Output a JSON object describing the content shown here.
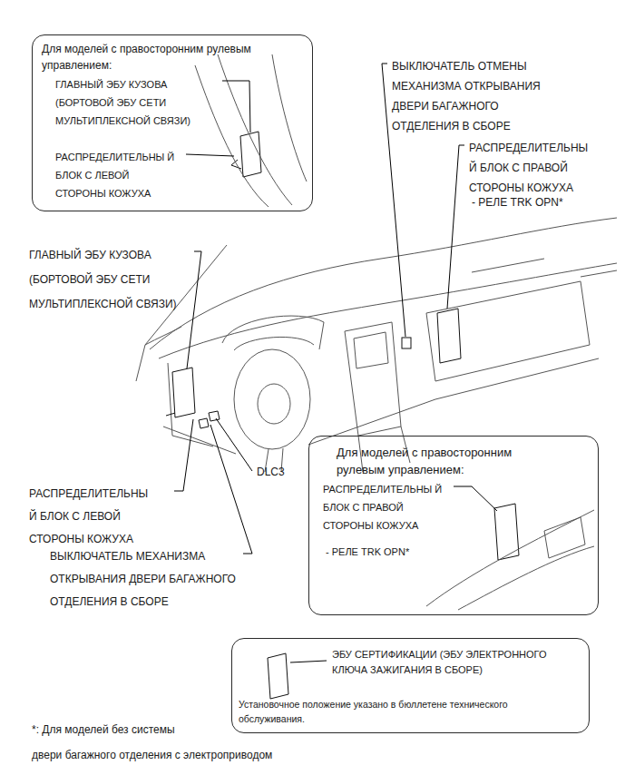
{
  "diagram": {
    "nodes": [
      {
        "text": [
          "Для моделей с правосторонним рулевым управлением:",
          "ГЛАВНЫЙ ЭБУ КУЗОВА (БОРТОВОЙ ЭБУ СЕТИ МУЛЬТИПЛЕКСНОЙ СВЯЗИ)",
          "РАСПРЕДЕЛИТЕЛЬНЫ Й БЛОК С ЛЕВОЙ СТОРОНЫ КОЖУХА"
        ]
      },
      {
        "text": [
          "Для моделей с правосторонним рулевым управлением:",
          "РАСПРЕДЕЛИТЕЛЬНЫ Й БЛОК С ПРАВОЙ СТОРОНЫ КОЖУХА",
          "- РЕЛЕ TRK OPN*"
        ]
      },
      {
        "text": [
          "ЭБУ СЕРТИФИКАЦИИ (ЭБУ ЭЛЕКТРОННОГО КЛЮЧА ЗАЖИГАНИЯ В СБОРЕ)",
          "Установочное положение указано в бюллетене технического обслуживания."
        ]
      }
    ],
    "labels": [
      "ВЫКЛЮЧАТЕЛЬ ОТМЕНЫ МЕХАНИЗМА ОТКРЫВАНИЯ ДВЕРИ БАГАЖНОГО ОТДЕЛЕНИЯ В СБОРЕ",
      "РАСПРЕДЕЛИТЕЛЬНЫ Й БЛОК С ПРАВОЙ СТОРОНЫ КОЖУХА",
      "- РЕЛЕ TRK OPN*",
      "ГЛАВНЫЙ ЭБУ КУЗОВА (БОРТОВОЙ ЭБУ СЕТИ МУЛЬТИПЛЕКСНОЙ СВЯЗИ)",
      "РАСПРЕДЕЛИТЕЛЬНЫ Й БЛОК С ЛЕВОЙ СТОРОНЫ КОЖУХА",
      "ВЫКЛЮЧАТЕЛЬ МЕХАНИЗМА ОТКРЫВАНИЯ ДВЕРИ БАГАЖНОГО ОТДЕЛЕНИЯ В СБОРЕ",
      "DLC3",
      "*: Для моделей без системы двери багажного отделения с электроприводом"
    ]
  }
}
